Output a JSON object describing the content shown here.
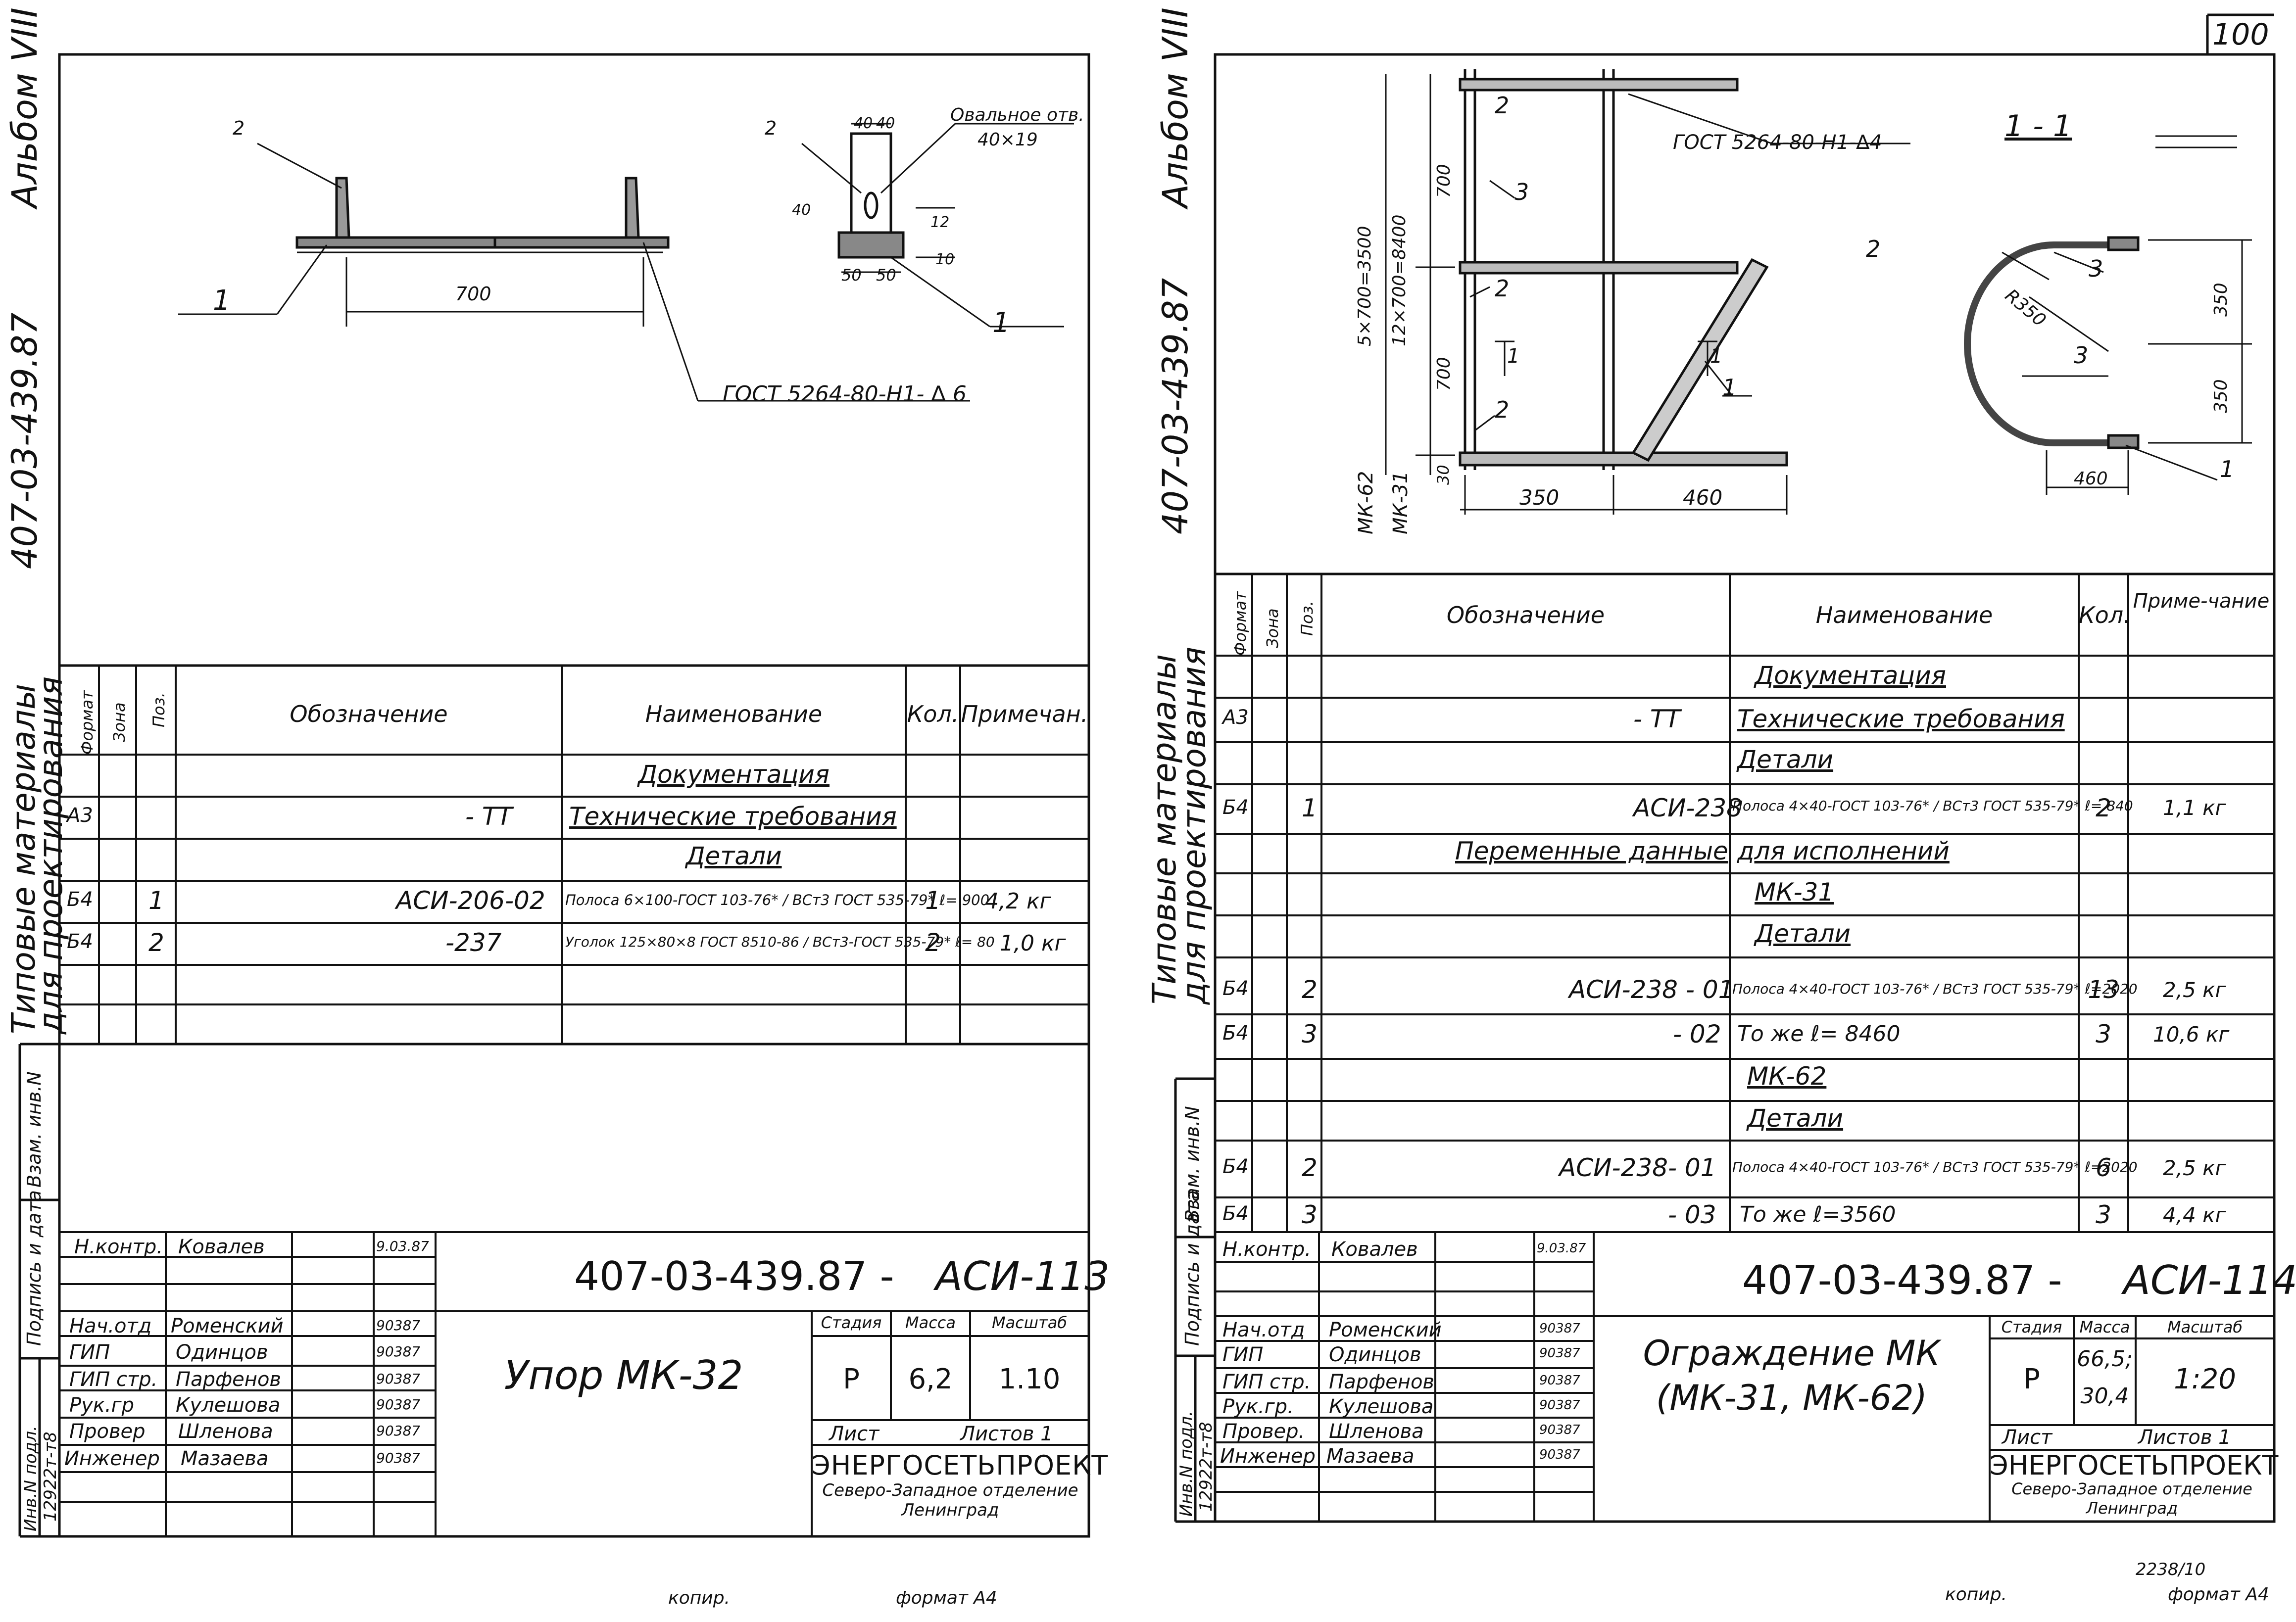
{
  "page_number": "100",
  "stamp_number": "2238/10",
  "left": {
    "album": "Альбом VIII",
    "series_code": "407-03-439.87",
    "side_title": [
      "Типовые материалы",
      "для проектирования"
    ],
    "side_labels": [
      "Взам. инв.N",
      "Подпись и дата",
      "Инв.N подл."
    ],
    "inv_number": "12922т-т8",
    "drawing": {
      "labels": [
        "2",
        "1",
        "700",
        "2",
        "40",
        "40",
        "Овальное отв.",
        "40×19",
        "40",
        "12",
        "10",
        "50",
        "50",
        "1",
        "ГОСТ 5264-80-Н1- ∆ 6"
      ]
    },
    "spec": {
      "headers": [
        "Формат",
        "Зона",
        "Поз.",
        "Обозначение",
        "Наименование",
        "Кол.",
        "Примечан."
      ],
      "rows": [
        {
          "format": "",
          "pos": "",
          "designation": "",
          "name": "Документация",
          "qty": "",
          "note": ""
        },
        {
          "format": "А3",
          "pos": "",
          "designation": "- ТТ",
          "name": "Технические требования",
          "qty": "",
          "note": ""
        },
        {
          "format": "",
          "pos": "",
          "designation": "",
          "name": "Детали",
          "qty": "",
          "note": ""
        },
        {
          "format": "Б4",
          "pos": "1",
          "designation": "АСИ-206-02",
          "name": "Полоса 6×100-ГОСТ 103-76* / ВСт3 ГОСТ 535-79*  ℓ= 900",
          "qty": "1",
          "note": "4,2 кг"
        },
        {
          "format": "Б4",
          "pos": "2",
          "designation": "-237",
          "name": "Уголок 125×80×8 ГОСТ 8510-86 / ВСт3-ГОСТ 535-79*  ℓ= 80",
          "qty": "2",
          "note": "1,0 кг"
        }
      ]
    },
    "title_block": {
      "signers": [
        {
          "role": "Н.контр.",
          "name": "Ковалев",
          "date": "9.03.87"
        },
        {
          "role": "Нач.отд",
          "name": "Роменский",
          "date": "90387"
        },
        {
          "role": "ГИП",
          "name": "Одинцов",
          "date": "90387"
        },
        {
          "role": "ГИП стр.",
          "name": "Парфенов",
          "date": "90387"
        },
        {
          "role": "Рук.гр",
          "name": "Кулешова",
          "date": "90387"
        },
        {
          "role": "Провер",
          "name": "Шленова",
          "date": "90387"
        },
        {
          "role": "Инженер",
          "name": "Мазаева",
          "date": "90387"
        }
      ],
      "doc_code": "407-03-439.87 -",
      "doc_suffix": "АСИ-113",
      "title": "Упор МК-32",
      "stage_label": "Стадия",
      "mass_label": "Масса",
      "scale_label": "Масштаб",
      "stage": "Р",
      "mass": "6,2",
      "scale": "1.10",
      "sheet_label": "Лист",
      "sheets_label": "Листов 1",
      "org": "ЭНЕРГОСЕТЬПРОЕКТ",
      "org_sub": [
        "Северо-Западное отделение",
        "Ленинград"
      ]
    },
    "footer": {
      "copied": "копир.",
      "format": "формат А4"
    }
  },
  "right": {
    "album": "Альбом VIII",
    "series_code": "407-03-439.87",
    "side_title": [
      "Типовые материалы",
      "для проектирования"
    ],
    "side_labels": [
      "Взам. инв.N",
      "Подпись и дата",
      "Инв.N подл."
    ],
    "inv_number": "12922т-т8",
    "drawing": {
      "labels": [
        "2",
        "3",
        "2",
        "2",
        "1",
        "700",
        "700",
        "5×700=3500",
        "12×700=8400",
        "30",
        "МК-62",
        "МК-31",
        "350",
        "460",
        "1",
        "1",
        "1",
        "1",
        "ГОСТ 5264-80-Н1-∆4"
      ],
      "section": {
        "title": "1 - 1",
        "labels": [
          "2",
          "3",
          "R350",
          "3",
          "350",
          "350",
          "460",
          "1"
        ]
      }
    },
    "spec": {
      "headers": [
        "Формат",
        "Зона",
        "Поз.",
        "Обозначение",
        "Наименование",
        "Кол.",
        "Приме-чание"
      ],
      "rows": [
        {
          "format": "",
          "pos": "",
          "designation": "",
          "name": "Документация",
          "qty": "",
          "note": ""
        },
        {
          "format": "А3",
          "pos": "",
          "designation": "- ТТ",
          "name": "Технические требования",
          "qty": "",
          "note": ""
        },
        {
          "format": "",
          "pos": "",
          "designation": "",
          "name": "Детали",
          "qty": "",
          "note": ""
        },
        {
          "format": "Б4",
          "pos": "1",
          "designation": "АСИ-238",
          "name": "Полоса 4×40-ГОСТ 103-76* / ВСт3 ГОСТ 535-79*  ℓ= 840",
          "qty": "2",
          "note": "1,1 кг"
        },
        {
          "format": "",
          "pos": "",
          "designation": "Переменные данные",
          "name": "для исполнений",
          "qty": "",
          "note": ""
        },
        {
          "format": "",
          "pos": "",
          "designation": "",
          "name": "МК-31",
          "qty": "",
          "note": ""
        },
        {
          "format": "",
          "pos": "",
          "designation": "",
          "name": "Детали",
          "qty": "",
          "note": ""
        },
        {
          "format": "Б4",
          "pos": "2",
          "designation": "АСИ-238 - 01",
          "name": "Полоса 4×40-ГОСТ 103-76* / ВСт3 ГОСТ 535-79*  ℓ=2020",
          "qty": "13",
          "note": "2,5 кг"
        },
        {
          "format": "Б4",
          "pos": "3",
          "designation": "- 02",
          "name": "То же  ℓ= 8460",
          "qty": "3",
          "note": "10,6 кг"
        },
        {
          "format": "",
          "pos": "",
          "designation": "",
          "name": "МК-62",
          "qty": "",
          "note": ""
        },
        {
          "format": "",
          "pos": "",
          "designation": "",
          "name": "Детали",
          "qty": "",
          "note": ""
        },
        {
          "format": "Б4",
          "pos": "2",
          "designation": "АСИ-238- 01",
          "name": "Полоса 4×40-ГОСТ 103-76* / ВСт3 ГОСТ 535-79*  ℓ=2020",
          "qty": "6",
          "note": "2,5 кг"
        },
        {
          "format": "Б4",
          "pos": "3",
          "designation": "- 03",
          "name": "То же  ℓ=3560",
          "qty": "3",
          "note": "4,4 кг"
        }
      ]
    },
    "title_block": {
      "signers": [
        {
          "role": "Н.контр.",
          "name": "Ковалев",
          "date": "9.03.87"
        },
        {
          "role": "Нач.отд",
          "name": "Роменский",
          "date": "90387"
        },
        {
          "role": "ГИП",
          "name": "Одинцов",
          "date": "90387"
        },
        {
          "role": "ГИП стр.",
          "name": "Парфенов",
          "date": "90387"
        },
        {
          "role": "Рук.гр.",
          "name": "Кулешова",
          "date": "90387"
        },
        {
          "role": "Провер.",
          "name": "Шленова",
          "date": "90387"
        },
        {
          "role": "Инженер",
          "name": "Мазаева",
          "date": "90387"
        }
      ],
      "doc_code": "407-03-439.87 -",
      "doc_suffix": "АСИ-114",
      "title": [
        "Ограждение МК",
        "(МК-31, МК-62)"
      ],
      "stage_label": "Стадия",
      "mass_label": "Масса",
      "scale_label": "Масштаб",
      "stage": "Р",
      "mass": [
        "66,5;",
        "30,4"
      ],
      "scale": "1:20",
      "sheet_label": "Лист",
      "sheets_label": "Листов 1",
      "org": "ЭНЕРГОСЕТЬПРОЕКТ",
      "org_sub": [
        "Северо-Западное отделение",
        "Ленинград"
      ]
    },
    "footer": {
      "copied": "копир.",
      "format": "формат А4"
    }
  }
}
